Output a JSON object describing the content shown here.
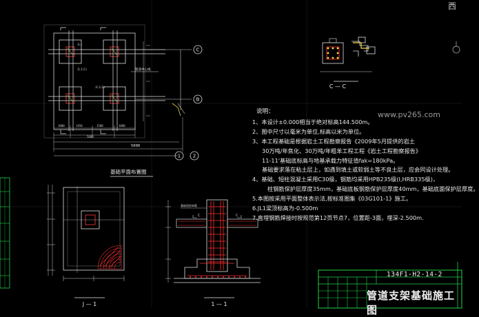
{
  "drawing": {
    "plan_title": "基础平面布置图",
    "section_cc": "C — C",
    "section_j1": "J — 1",
    "section_11": "1 — 1",
    "axis_c": "C",
    "axis_b": "B",
    "axis_1": "1",
    "axis_2": "2",
    "dim_main": "5000",
    "watermark_site": "www.pv265.com",
    "watermark_corner": "西"
  },
  "notes": {
    "heading": "说明：",
    "lines": [
      "1、本设计±0.000相当于绝对标高144.500m。",
      "2、图中尺寸以毫米为单位,标高以米为单位。",
      "3、本工程基础是根据岩土工程勘察报告《2009年5月提供的岩土",
      "30万吨/年焦化、30万吨/年粗苯工程工程《岩土工程勘察报告》",
      "11-11'基础底标高与地基承载力特征值fak=180kPa。",
      "基础要求落在粘土层上，如遇到填土或软弱土等不良土层，应会同设计处理。",
      "4、基础、短柱混凝土采用C30级，钢筋均采用HPB235级(Ⅰ,HRB335级)，",
      "柱钢筋保护层厚度35mm，基础底板钢筋保护层厚度40mm，基础底面保护层厚度。",
      "5.本图按采用平面整体表示法,按标准图集《03G101-1》施工。",
      "6.JL1梁顶标高为-0.500m",
      "7.直埋钢筋焊接时按规范第12页节点7，位置距-3面，埋深-2.500m."
    ]
  },
  "title_block": {
    "drawing_no": "134F1-H2-14-2",
    "title": "管道支架基础施工图"
  }
}
